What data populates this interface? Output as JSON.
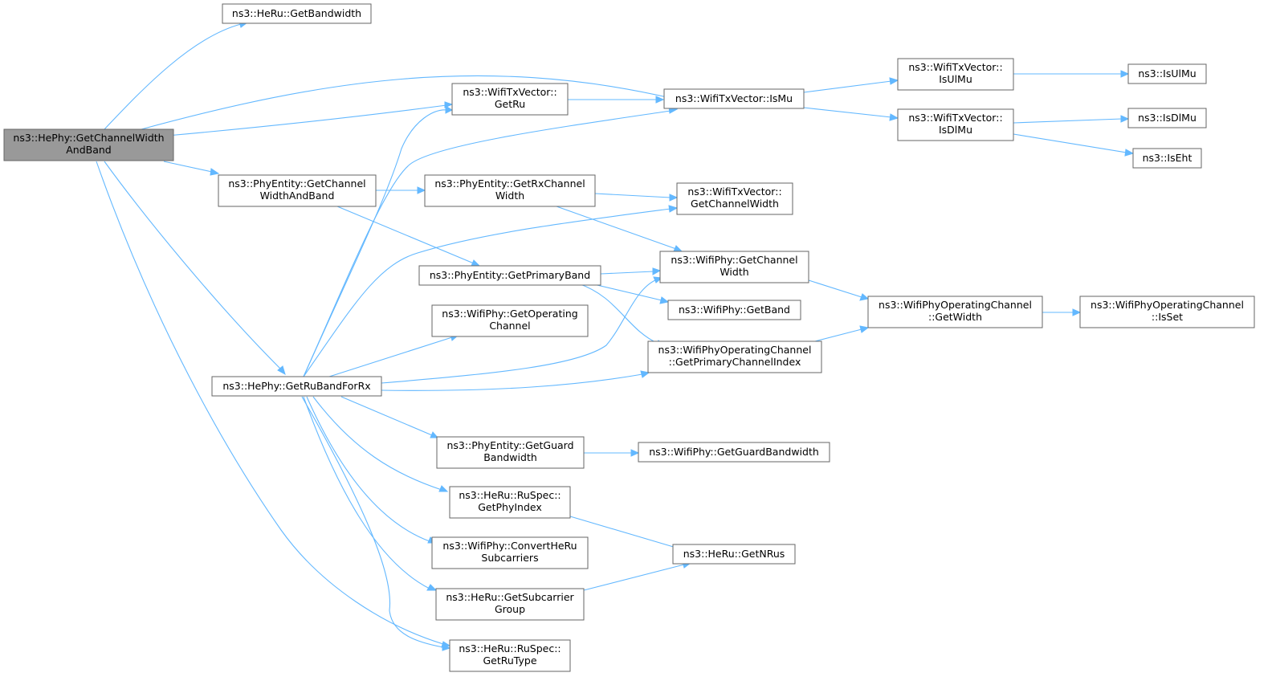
{
  "nodes": {
    "root": [
      "ns3::HePhy::GetChannelWidth",
      "AndBand"
    ],
    "heru_getbandwidth": [
      "ns3::HeRu::GetBandwidth"
    ],
    "txv_getru": [
      "ns3::WifiTxVector::",
      "GetRu"
    ],
    "txv_ismu": [
      "ns3::WifiTxVector::IsMu"
    ],
    "txv_isulmu": [
      "ns3::WifiTxVector::",
      "IsUlMu"
    ],
    "txv_isdlmu": [
      "ns3::WifiTxVector::",
      "IsDlMu"
    ],
    "isulmu": [
      "ns3::IsUlMu"
    ],
    "isdlmu": [
      "ns3::IsDlMu"
    ],
    "iseht": [
      "ns3::IsEht"
    ],
    "pe_getchannelwidthandband": [
      "ns3::PhyEntity::GetChannel",
      "WidthAndBand"
    ],
    "pe_getrxchannelwidth": [
      "ns3::PhyEntity::GetRxChannel",
      "Width"
    ],
    "txv_getchannelwidth": [
      "ns3::WifiTxVector::",
      "GetChannelWidth"
    ],
    "pe_getprimaryband": [
      "ns3::PhyEntity::GetPrimaryBand"
    ],
    "wp_getchannelwidth": [
      "ns3::WifiPhy::GetChannel",
      "Width"
    ],
    "wp_getband": [
      "ns3::WifiPhy::GetBand"
    ],
    "wpoc_getwidth": [
      "ns3::WifiPhyOperatingChannel",
      "::GetWidth"
    ],
    "wpoc_isset": [
      "ns3::WifiPhyOperatingChannel",
      "::IsSet"
    ],
    "wp_getoperatingchannel": [
      "ns3::WifiPhy::GetOperating",
      "Channel"
    ],
    "wpoc_getprimarychannelindex": [
      "ns3::WifiPhyOperatingChannel",
      "::GetPrimaryChannelIndex"
    ],
    "hephy_getrubandforrx": [
      "ns3::HePhy::GetRuBandForRx"
    ],
    "pe_getguardbandwidth": [
      "ns3::PhyEntity::GetGuard",
      "Bandwidth"
    ],
    "wp_getguardbandwidth": [
      "ns3::WifiPhy::GetGuardBandwidth"
    ],
    "ruspec_getphyindex": [
      "ns3::HeRu::RuSpec::",
      "GetPhyIndex"
    ],
    "heru_getnrus": [
      "ns3::HeRu::GetNRus"
    ],
    "wp_convertherusubcarriers": [
      "ns3::WifiPhy::ConvertHeRu",
      "Subcarriers"
    ],
    "heru_getsubcarriergroup": [
      "ns3::HeRu::GetSubcarrier",
      "Group"
    ],
    "ruspec_getrutype": [
      "ns3::HeRu::RuSpec::",
      "GetRuType"
    ]
  },
  "colors": {
    "edge": "#63b8ff",
    "root_fill": "#999999",
    "node_border": "#666666"
  }
}
